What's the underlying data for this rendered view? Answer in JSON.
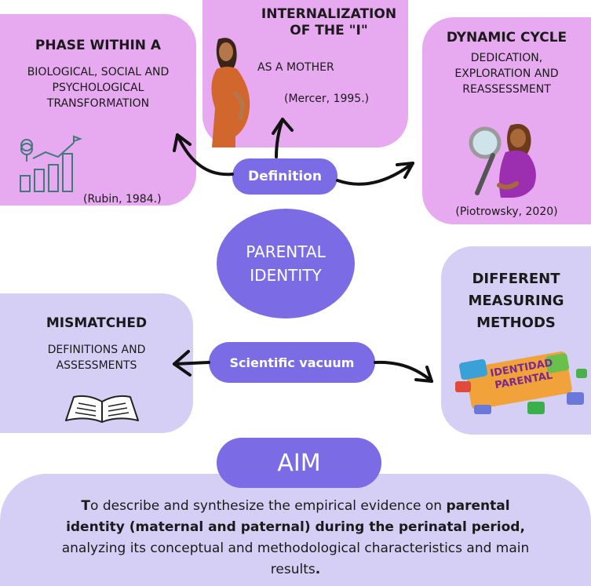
{
  "definition_pill": "Definition",
  "vacuum_pill": "Scientific vacuum",
  "center_circle": {
    "line1": "PARENTAL",
    "line2": "IDENTITY"
  },
  "phase_box": {
    "title": "PHASE WITHIN A",
    "body": [
      "BIOLOGICAL, SOCIAL AND",
      "PSYCHOLOGICAL",
      "TRANSFORMATION"
    ],
    "citation": "(Rubin, 1984.)"
  },
  "internalization_box": {
    "title": [
      "INTERNALIZATION",
      "OF THE \"I\""
    ],
    "body": "AS A MOTHER",
    "citation": "(Mercer, 1995.)"
  },
  "dynamic_box": {
    "title": "DYNAMIC CYCLE",
    "body": [
      "DEDICATION,",
      "EXPLORATION AND",
      "REASSESSMENT"
    ],
    "citation": "(Piotrowsky, 2020)"
  },
  "mismatched_box": {
    "title": "MISMATCHED",
    "body": [
      "DEFINITIONS AND",
      "ASSESSMENTS"
    ]
  },
  "measuring_box": {
    "title": [
      "DIFFERENT",
      "MEASURING",
      "METHODS"
    ],
    "puzzle_text": [
      "IDENTIDAD",
      "PARENTAL"
    ]
  },
  "aim": {
    "label": "AIM",
    "bold1": "T",
    "text1": "o describe and synthesize the empirical evidence on ",
    "bold2": "parental",
    "bold3": "identity (maternal and paternal) during the perinatal period,",
    "text2": "analyzing its conceptual and methodological characteristics and main",
    "text3": "results",
    "bold4": "."
  },
  "colors": {
    "pink_box": "#e7a9f0",
    "lavender_box": "#d6cff5",
    "purple_pill": "#7b6ce6"
  },
  "icons": [
    "growth-chart-icon",
    "pregnant-woman-icon",
    "magnifier-pregnant-icon",
    "open-book-icon",
    "puzzle-icon"
  ]
}
